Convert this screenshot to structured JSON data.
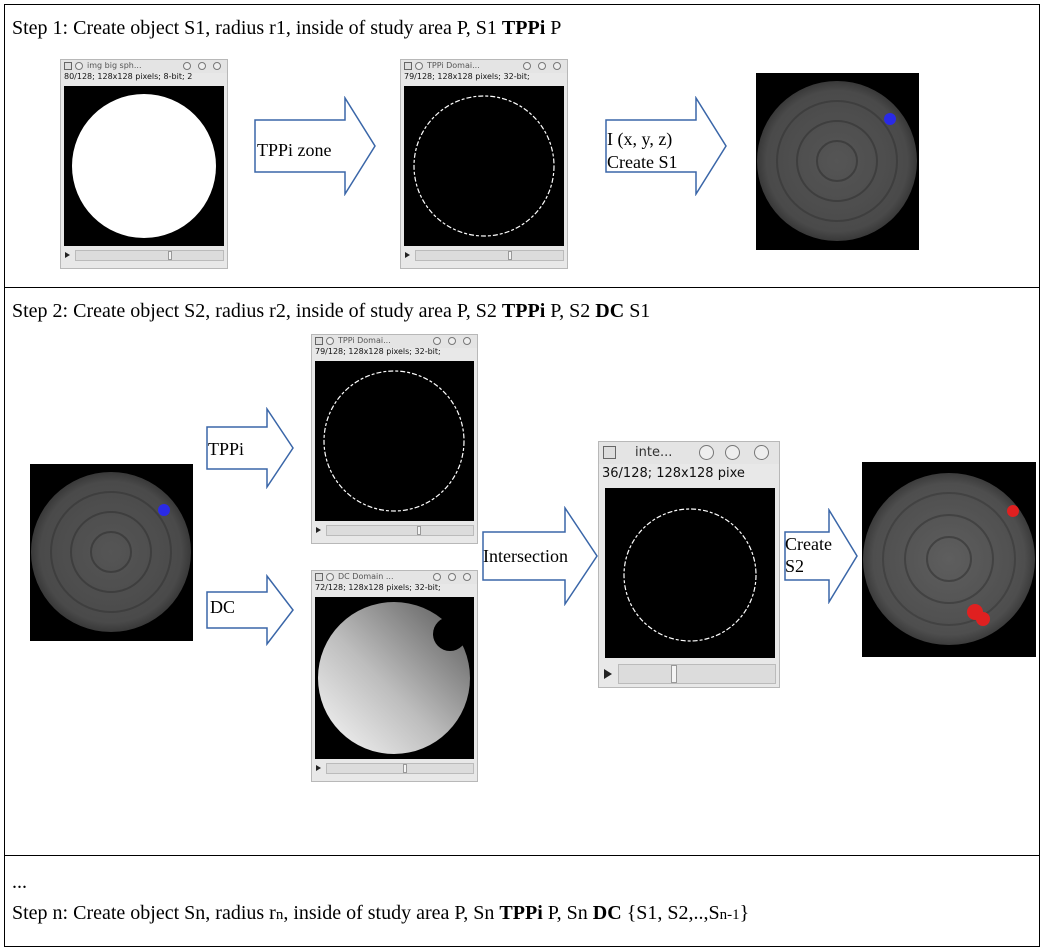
{
  "step1": {
    "prefix": "Step 1: Create object S1, radius r1, inside of study area P,  S1 ",
    "rel": "TPPi",
    "suffix": "  P"
  },
  "step2": {
    "prefix": "Step 2: Create object S2, radius r2, inside of study area P,  S2 ",
    "rel1": "TPPi",
    "mid": "  P,  S2 ",
    "rel2": "DC",
    "suffix": "  S1"
  },
  "stepn": {
    "ellipsis": "...",
    "prefix": "Step n: Create object Sn, radius r",
    "sub_n": "n",
    "middle": ", inside of study area P,  Sn ",
    "rel1": "TPPi",
    "mid2": "  P,  Sn ",
    "rel2": "DC",
    "set_start": " {S1, S2,..,S",
    "sub_n1": "n-1",
    "set_end": "}"
  },
  "windows": {
    "w1": {
      "title": "img big sph...",
      "info": "80/128; 128x128 pixels; 8-bit; 2"
    },
    "w2": {
      "title": "TPPi Domai...",
      "info": "79/128; 128x128 pixels; 32-bit;"
    },
    "w3": {
      "title": "TPPi Domai...",
      "info": "79/128; 128x128 pixels; 32-bit;"
    },
    "w4": {
      "title": "DC Domain ...",
      "info": "72/128; 128x128 pixels; 32-bit;"
    },
    "w5": {
      "title": "inte...",
      "info": "36/128; 128x128 pixe"
    }
  },
  "arrows": {
    "a1": [
      "TPPi zone"
    ],
    "a2": [
      "I (x, y, z)",
      "Create S1"
    ],
    "a3": [
      "TPPi"
    ],
    "a4": [
      "DC"
    ],
    "a5": [
      "Intersection"
    ],
    "a6": [
      "Create",
      "S2"
    ]
  },
  "colors": {
    "arrow_stroke": "#3a66a8",
    "blue_marker": "#2a2ae6",
    "red_marker": "#e02020",
    "sphere": "#5a5a5a"
  }
}
